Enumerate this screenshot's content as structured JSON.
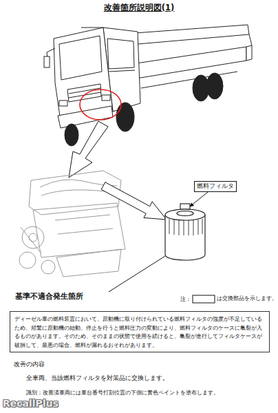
{
  "diagram": {
    "title": "改善箇所説明図(1)",
    "nodes": [
      {
        "text": [
          "燃料フィルタ"
        ]
      },
      {
        "text": [
          "ディーゼル車の燃料装置において、原動機に取り付けられている燃料フィルタの強度が不足しているため、頻繁に原動機の始動、停止を行うと燃料圧力の変動により、燃料フィルタのケースに亀裂が入るものがあります。そのため、そのままの状態で使用を続けると、亀裂が進行してフィルタケースが破損して、最悪の場合、燃料が漏れるおそれがあります。"
        ]
      }
    ],
    "labels": [
      "基準不適合発生箇所",
      "注：",
      "は交換部品を示します。",
      "改善の内容",
      "全車両、当該燃料フィルタを対策品に交換します。",
      "識別：改善済車両には車台番号打刻位置の下側に黄色ペイントを塗布します。",
      "RecallPlus"
    ]
  }
}
